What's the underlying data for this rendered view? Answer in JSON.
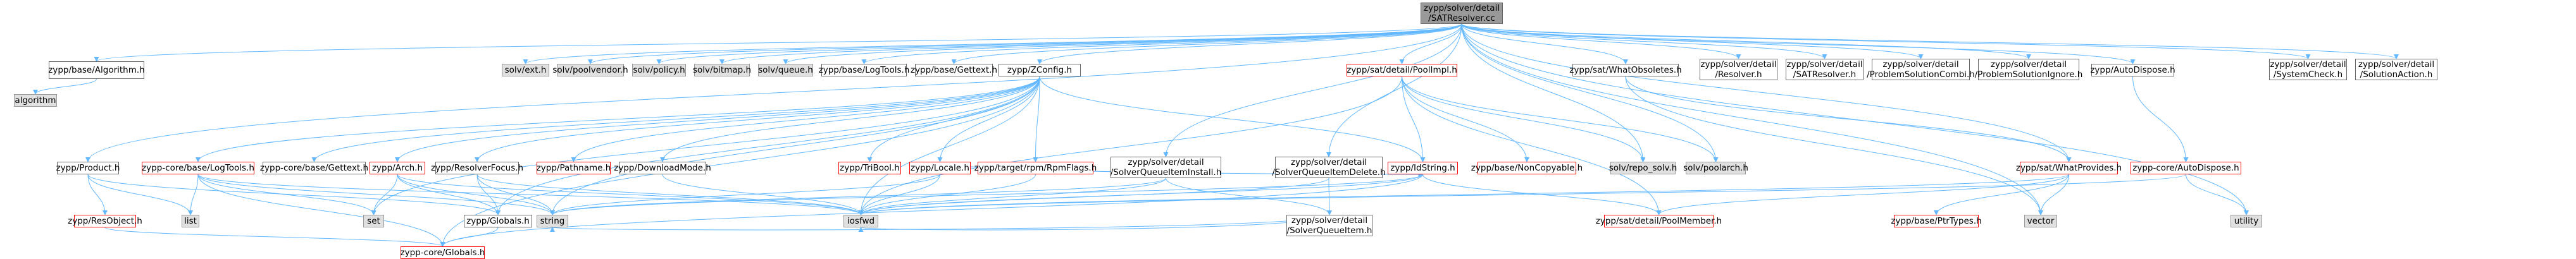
{
  "graph": {
    "root": [
      "zypp/solver/detail",
      "/SATResolver.cc"
    ],
    "nodes": [
      {
        "id": "algo",
        "lines": [
          "zypp/base/Algorithm.h"
        ],
        "kind": "normal"
      },
      {
        "id": "algorithm",
        "lines": [
          "algorithm"
        ],
        "kind": "sys"
      },
      {
        "id": "solvext",
        "lines": [
          "solv/ext.h"
        ],
        "kind": "sys"
      },
      {
        "id": "poolvendor",
        "lines": [
          "solv/poolvendor.h"
        ],
        "kind": "sys"
      },
      {
        "id": "policy",
        "lines": [
          "solv/policy.h"
        ],
        "kind": "sys"
      },
      {
        "id": "bitmap",
        "lines": [
          "solv/bitmap.h"
        ],
        "kind": "sys"
      },
      {
        "id": "queue",
        "lines": [
          "solv/queue.h"
        ],
        "kind": "sys"
      },
      {
        "id": "logtools_base",
        "lines": [
          "zypp/base/LogTools.h"
        ],
        "kind": "normal"
      },
      {
        "id": "gettext_base",
        "lines": [
          "zypp/base/Gettext.h"
        ],
        "kind": "normal"
      },
      {
        "id": "zconfig",
        "lines": [
          "zypp/ZConfig.h"
        ],
        "kind": "normal"
      },
      {
        "id": "poolimpl",
        "lines": [
          "zypp/sat/detail/PoolImpl.h"
        ],
        "kind": "red"
      },
      {
        "id": "whatobsoletes",
        "lines": [
          "zypp/sat/WhatObsoletes.h"
        ],
        "kind": "normal"
      },
      {
        "id": "resolver_h",
        "lines": [
          "zypp/solver/detail",
          "/Resolver.h"
        ],
        "kind": "normal"
      },
      {
        "id": "satresolver_h",
        "lines": [
          "zypp/solver/detail",
          "/SATResolver.h"
        ],
        "kind": "normal"
      },
      {
        "id": "problemsolutioncombi",
        "lines": [
          "zypp/solver/detail",
          "/ProblemSolutionCombi.h"
        ],
        "kind": "normal"
      },
      {
        "id": "problemsolutionignore",
        "lines": [
          "zypp/solver/detail",
          "/ProblemSolutionIgnore.h"
        ],
        "kind": "normal"
      },
      {
        "id": "autodispose",
        "lines": [
          "zypp/AutoDispose.h"
        ],
        "kind": "normal"
      },
      {
        "id": "systemcheck",
        "lines": [
          "zypp/solver/detail",
          "/SystemCheck.h"
        ],
        "kind": "normal"
      },
      {
        "id": "solutionaction",
        "lines": [
          "zypp/solver/detail",
          "/SolutionAction.h"
        ],
        "kind": "normal"
      },
      {
        "id": "product",
        "lines": [
          "zypp/Product.h"
        ],
        "kind": "normal"
      },
      {
        "id": "core_logtools",
        "lines": [
          "zypp-core/base/LogTools.h"
        ],
        "kind": "red"
      },
      {
        "id": "core_gettext",
        "lines": [
          "zypp-core/base/Gettext.h"
        ],
        "kind": "normal"
      },
      {
        "id": "arch",
        "lines": [
          "zypp/Arch.h"
        ],
        "kind": "red"
      },
      {
        "id": "resolverfocus",
        "lines": [
          "zypp/ResolverFocus.h"
        ],
        "kind": "normal"
      },
      {
        "id": "pathname",
        "lines": [
          "zypp/Pathname.h"
        ],
        "kind": "red"
      },
      {
        "id": "downloadmode",
        "lines": [
          "zypp/DownloadMode.h"
        ],
        "kind": "normal"
      },
      {
        "id": "tribool",
        "lines": [
          "zypp/TriBool.h"
        ],
        "kind": "red"
      },
      {
        "id": "locale",
        "lines": [
          "zypp/Locale.h"
        ],
        "kind": "red"
      },
      {
        "id": "rpmflags",
        "lines": [
          "zypp/target/rpm/RpmFlags.h"
        ],
        "kind": "red"
      },
      {
        "id": "queueiteminstall",
        "lines": [
          "zypp/solver/detail",
          "/SolverQueueItemInstall.h"
        ],
        "kind": "normal"
      },
      {
        "id": "queueitemdelete",
        "lines": [
          "zypp/solver/detail",
          "/SolverQueueItemDelete.h"
        ],
        "kind": "normal"
      },
      {
        "id": "idstring",
        "lines": [
          "zypp/IdString.h"
        ],
        "kind": "red"
      },
      {
        "id": "noncopyable",
        "lines": [
          "zypp/base/NonCopyable.h"
        ],
        "kind": "red"
      },
      {
        "id": "reposolv",
        "lines": [
          "solv/repo_solv.h"
        ],
        "kind": "sys"
      },
      {
        "id": "poolarch",
        "lines": [
          "solv/poolarch.h"
        ],
        "kind": "sys"
      },
      {
        "id": "whatprovides",
        "lines": [
          "zypp/sat/WhatProvides.h"
        ],
        "kind": "red"
      },
      {
        "id": "core_autodispose",
        "lines": [
          "zypp-core/AutoDispose.h"
        ],
        "kind": "red"
      },
      {
        "id": "resobject",
        "lines": [
          "zypp/ResObject.h"
        ],
        "kind": "red"
      },
      {
        "id": "list",
        "lines": [
          "list"
        ],
        "kind": "sys"
      },
      {
        "id": "set",
        "lines": [
          "set"
        ],
        "kind": "sys"
      },
      {
        "id": "string",
        "lines": [
          "string"
        ],
        "kind": "sys"
      },
      {
        "id": "iosfwd",
        "lines": [
          "iosfwd"
        ],
        "kind": "sys"
      },
      {
        "id": "globals",
        "lines": [
          "zypp/Globals.h"
        ],
        "kind": "normal"
      },
      {
        "id": "queueitem",
        "lines": [
          "zypp/solver/detail",
          "/SolverQueueItem.h"
        ],
        "kind": "normal"
      },
      {
        "id": "poolmember",
        "lines": [
          "zypp/sat/detail/PoolMember.h"
        ],
        "kind": "red"
      },
      {
        "id": "ptrtypes",
        "lines": [
          "zypp/base/PtrTypes.h"
        ],
        "kind": "red"
      },
      {
        "id": "vector",
        "lines": [
          "vector"
        ],
        "kind": "sys"
      },
      {
        "id": "utility",
        "lines": [
          "utility"
        ],
        "kind": "sys"
      },
      {
        "id": "core_globals",
        "lines": [
          "zypp-core/Globals.h"
        ],
        "kind": "red"
      }
    ],
    "edges": [
      [
        "root",
        "algo"
      ],
      [
        "root",
        "solvext"
      ],
      [
        "root",
        "poolvendor"
      ],
      [
        "root",
        "policy"
      ],
      [
        "root",
        "bitmap"
      ],
      [
        "root",
        "queue"
      ],
      [
        "root",
        "logtools_base"
      ],
      [
        "root",
        "gettext_base"
      ],
      [
        "root",
        "zconfig"
      ],
      [
        "root",
        "poolimpl"
      ],
      [
        "root",
        "whatobsoletes"
      ],
      [
        "root",
        "resolver_h"
      ],
      [
        "root",
        "satresolver_h"
      ],
      [
        "root",
        "problemsolutioncombi"
      ],
      [
        "root",
        "problemsolutionignore"
      ],
      [
        "root",
        "autodispose"
      ],
      [
        "root",
        "systemcheck"
      ],
      [
        "root",
        "solutionaction"
      ],
      [
        "root",
        "queueiteminstall"
      ],
      [
        "root",
        "queueitemdelete"
      ],
      [
        "root",
        "whatprovides"
      ],
      [
        "root",
        "product"
      ],
      [
        "root",
        "reposolv"
      ],
      [
        "root",
        "poolarch"
      ],
      [
        "root",
        "vector"
      ],
      [
        "root",
        "utility"
      ],
      [
        "algo",
        "algorithm"
      ],
      [
        "zconfig",
        "core_logtools"
      ],
      [
        "zconfig",
        "core_gettext"
      ],
      [
        "zconfig",
        "arch"
      ],
      [
        "zconfig",
        "resolverfocus"
      ],
      [
        "zconfig",
        "pathname"
      ],
      [
        "zconfig",
        "downloadmode"
      ],
      [
        "zconfig",
        "tribool"
      ],
      [
        "zconfig",
        "locale"
      ],
      [
        "zconfig",
        "rpmflags"
      ],
      [
        "zconfig",
        "idstring"
      ],
      [
        "zconfig",
        "set"
      ],
      [
        "zconfig",
        "string"
      ],
      [
        "zconfig",
        "iosfwd"
      ],
      [
        "zconfig",
        "globals"
      ],
      [
        "zconfig",
        "core_globals"
      ],
      [
        "poolimpl",
        "noncopyable"
      ],
      [
        "poolimpl",
        "reposolv"
      ],
      [
        "poolimpl",
        "poolarch"
      ],
      [
        "poolimpl",
        "poolmember"
      ],
      [
        "poolimpl",
        "idstring"
      ],
      [
        "poolimpl",
        "iosfwd"
      ],
      [
        "whatobsoletes",
        "whatprovides"
      ],
      [
        "whatobsoletes",
        "vector"
      ],
      [
        "autodispose",
        "core_autodispose"
      ],
      [
        "core_autodispose",
        "iosfwd"
      ],
      [
        "core_autodispose",
        "utility"
      ],
      [
        "product",
        "resobject"
      ],
      [
        "product",
        "list"
      ],
      [
        "product",
        "globals"
      ],
      [
        "resobject",
        "core_globals"
      ],
      [
        "core_logtools",
        "list"
      ],
      [
        "core_logtools",
        "set"
      ],
      [
        "core_logtools",
        "string"
      ],
      [
        "core_logtools",
        "iosfwd"
      ],
      [
        "core_logtools",
        "core_globals"
      ],
      [
        "arch",
        "set"
      ],
      [
        "arch",
        "string"
      ],
      [
        "arch",
        "iosfwd"
      ],
      [
        "arch",
        "globals"
      ],
      [
        "resolverfocus",
        "string"
      ],
      [
        "resolverfocus",
        "iosfwd"
      ],
      [
        "resolverfocus",
        "globals"
      ],
      [
        "downloadmode",
        "iosfwd"
      ],
      [
        "locale",
        "string"
      ],
      [
        "locale",
        "iosfwd"
      ],
      [
        "locale",
        "idstring"
      ],
      [
        "rpmflags",
        "iosfwd"
      ],
      [
        "queueiteminstall",
        "iosfwd"
      ],
      [
        "queueiteminstall",
        "string"
      ],
      [
        "queueiteminstall",
        "queueitem"
      ],
      [
        "queueitemdelete",
        "iosfwd"
      ],
      [
        "queueitemdelete",
        "queueitem"
      ],
      [
        "idstring",
        "iosfwd"
      ],
      [
        "idstring",
        "string"
      ],
      [
        "idstring",
        "poolmember"
      ],
      [
        "idstring",
        "core_globals"
      ],
      [
        "whatprovides",
        "poolmember"
      ],
      [
        "whatprovides",
        "ptrtypes"
      ],
      [
        "whatprovides",
        "iosfwd"
      ],
      [
        "whatprovides",
        "vector"
      ],
      [
        "globals",
        "core_globals"
      ],
      [
        "queueitem",
        "iosfwd"
      ],
      [
        "queueitem",
        "string"
      ]
    ]
  }
}
